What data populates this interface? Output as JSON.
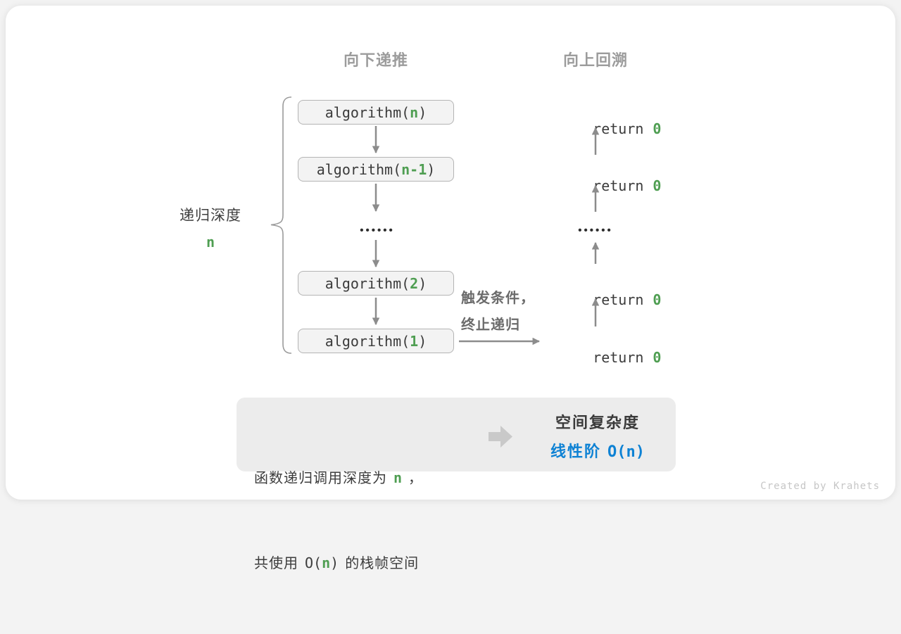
{
  "headers": {
    "left": "向下递推",
    "right": "向上回溯"
  },
  "depth_label": {
    "text": "递归深度",
    "var": "n"
  },
  "call_stack": {
    "boxes": [
      {
        "prefix": "algorithm(",
        "arg": "n",
        "suffix": ")"
      },
      {
        "prefix": "algorithm(",
        "arg": "n-1",
        "suffix": ")"
      },
      {
        "prefix": "algorithm(",
        "arg": "2",
        "suffix": ")"
      },
      {
        "prefix": "algorithm(",
        "arg": "1",
        "suffix": ")"
      }
    ],
    "ellipsis": "••••••"
  },
  "returns": {
    "rows": [
      {
        "keyword": "return",
        "value": "0"
      },
      {
        "keyword": "return",
        "value": "0"
      },
      {
        "keyword": "return",
        "value": "0"
      },
      {
        "keyword": "return",
        "value": "0"
      }
    ],
    "ellipsis": "••••••"
  },
  "base_case_label": {
    "line1": "触发条件，",
    "line2": "终止递归"
  },
  "summary": {
    "line1_pre": "函数递归调用深度为",
    "line1_var": "n",
    "line1_post": "，",
    "line2_pre": "共使用",
    "line2_code_open": "O(",
    "line2_var": "n",
    "line2_code_close": ")",
    "line2_post": "的栈帧空间",
    "conclusion_title": "空间复杂度",
    "conclusion_class": "线性阶",
    "conclusion_notation": "O(n)"
  },
  "watermark": "Created by Krahets",
  "colors": {
    "green": "#4f9e52",
    "blue": "#0e82d4",
    "arrow_gray": "#8c8c8c",
    "box_fill": "#f3f3f3",
    "summary_fill": "#ececec"
  }
}
